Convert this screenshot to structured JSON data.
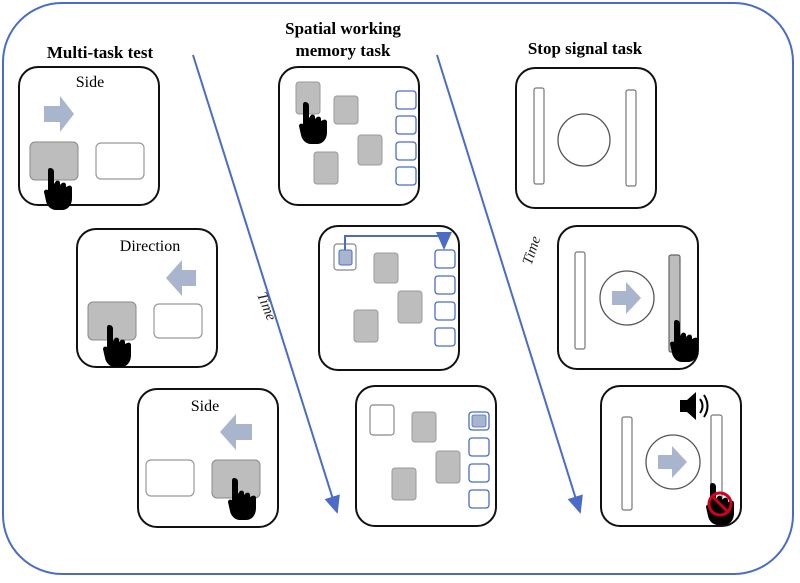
{
  "headings": {
    "multi_task": "Multi-task test",
    "spatial_line1": "Spatial working",
    "spatial_line2": "memory task",
    "stop_signal": "Stop signal task"
  },
  "panel_labels": {
    "mt_panel1": "Side",
    "mt_panel2": "Direction",
    "mt_panel3": "Side"
  },
  "time_label": "Time",
  "colors": {
    "frame": "#4a6cc7",
    "arrow": "#a9b5cc",
    "gray_box": "#bdbdbd",
    "blue_slot": "#4a6cc7",
    "stop": "#d0021b"
  }
}
